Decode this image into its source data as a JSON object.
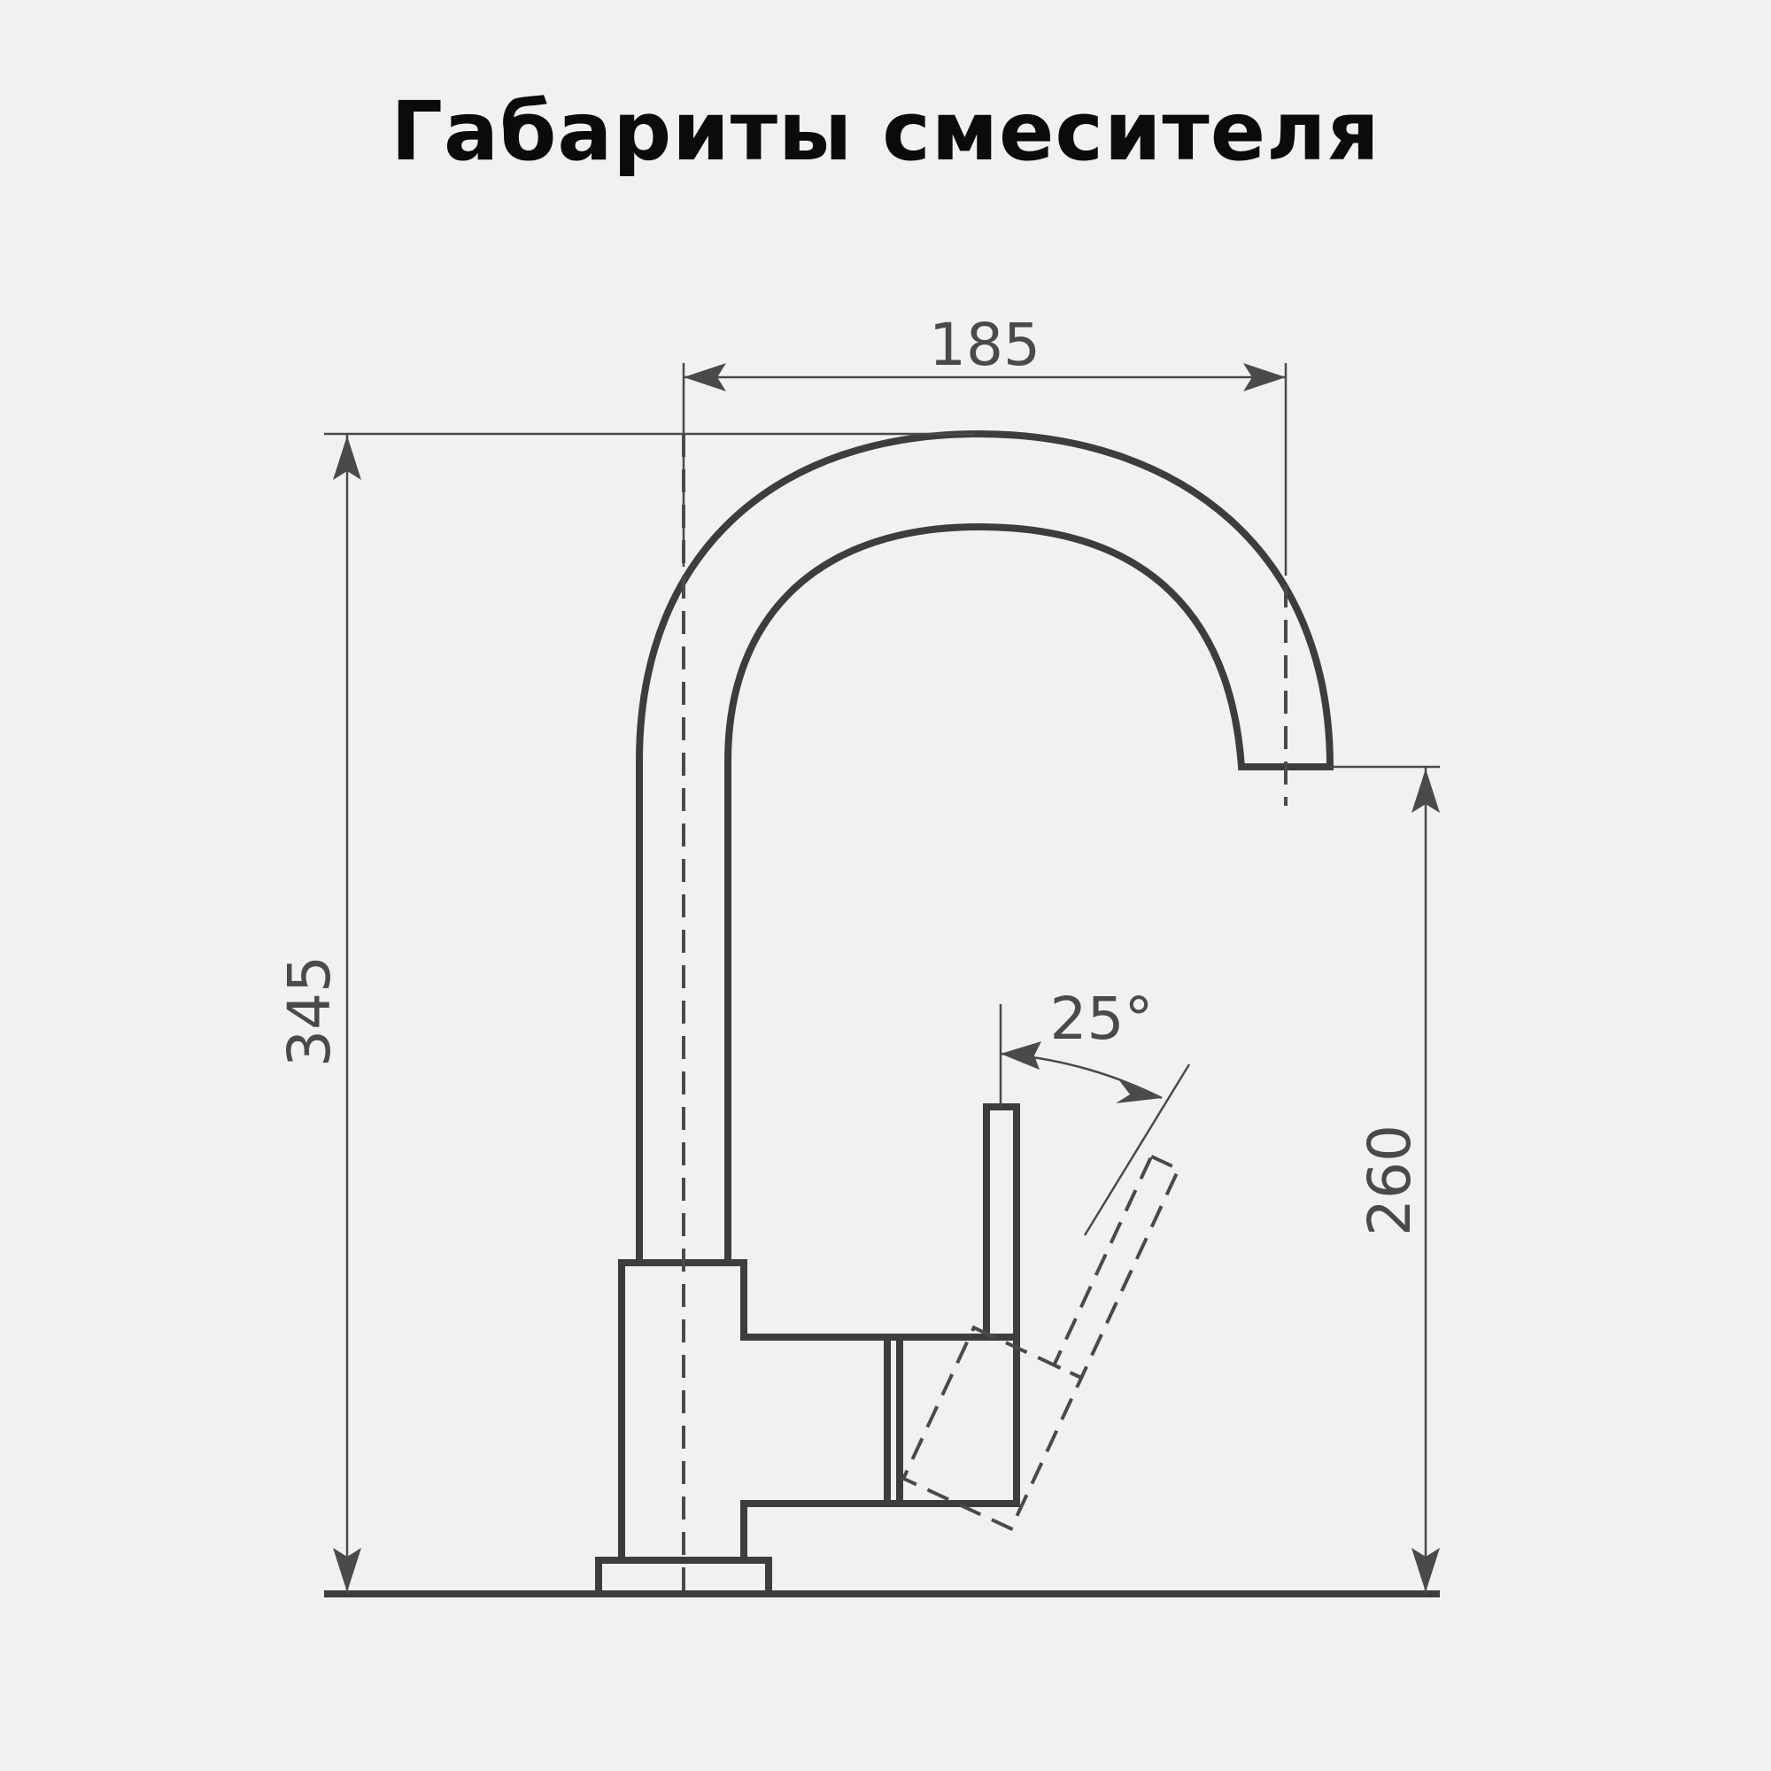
{
  "title": "Габариты смесителя",
  "dimensions": {
    "spout_reach": "185",
    "total_height": "345",
    "spout_height": "260",
    "lever_angle": "25°"
  },
  "colors": {
    "background": "#f2f1ef",
    "line": "#3d3d3d",
    "dimension": "#4a4a4a",
    "title": "#0b0b0b"
  }
}
